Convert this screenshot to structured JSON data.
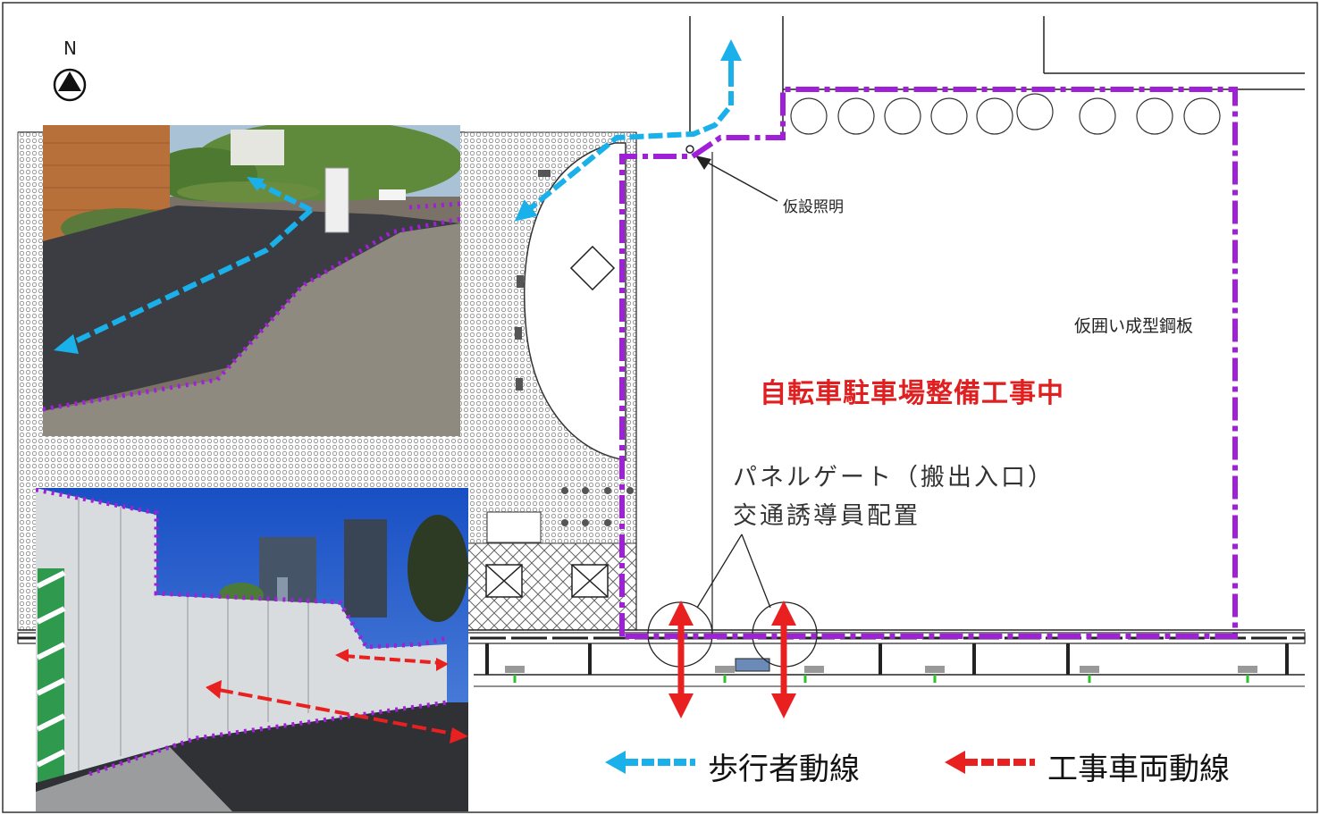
{
  "compass": {
    "letter": "N",
    "icon": "north-arrow-icon"
  },
  "labels": {
    "temporary_lighting": "仮設照明",
    "fence_material": "仮囲い成型鋼板",
    "construction_notice": "自転車駐車場整備工事中",
    "gate_line1": "パネルゲート（搬出入口）",
    "gate_line2": "交通誘導員配置"
  },
  "legend": {
    "pedestrian_label": "歩行者動線",
    "vehicle_label": "工事車両動線"
  },
  "colors": {
    "pedestrian_route": "#1ab0ea",
    "vehicle_route": "#e82020",
    "fence_boundary": "#a020d8",
    "notice_text": "#e02020"
  },
  "photos": [
    {
      "name": "site-entrance-photo",
      "content": "pedestrian detour path"
    },
    {
      "name": "fence-gate-photo",
      "content": "construction vehicle gate"
    }
  ]
}
